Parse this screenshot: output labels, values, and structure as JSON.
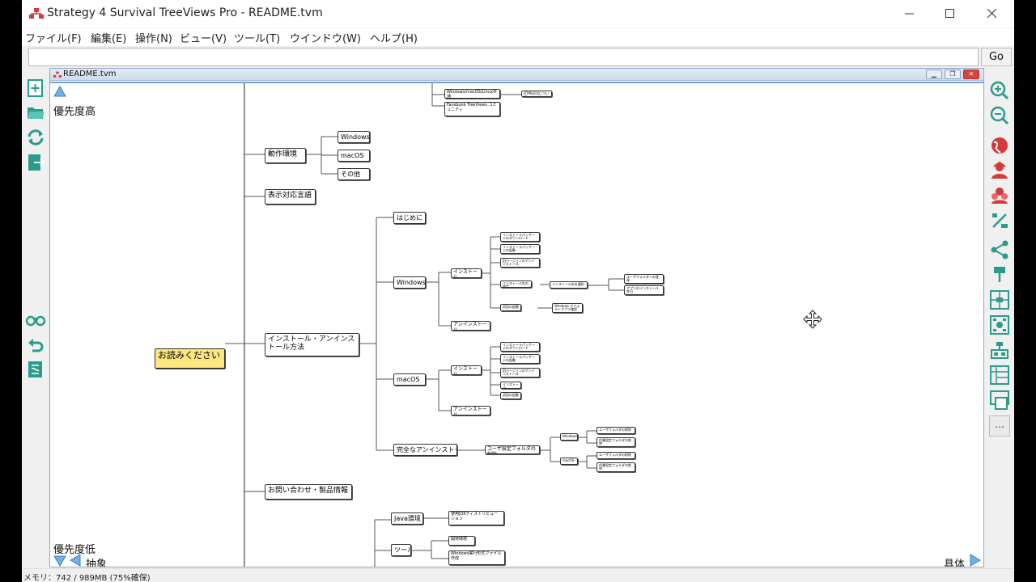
{
  "window": {
    "title": "Strategy 4 Survival TreeViews Pro - README.tvm"
  },
  "menu": [
    "ファイル(F)",
    "編集(E)",
    "操作(N)",
    "ビュー(V)",
    "ツール(T)",
    "ウインドウ(W)",
    "ヘルプ(H)"
  ],
  "address": {
    "value": "",
    "go_label": "Go"
  },
  "document": {
    "title": "README.tvm"
  },
  "axis": {
    "priority_high": "優先度高",
    "priority_low": "優先度低",
    "abstract": "抽象",
    "concrete": "具体"
  },
  "nodes": {
    "root": "お読みください",
    "env": "動作環境",
    "env_windows": "Windows",
    "env_macos": "macOS",
    "env_other": "その他",
    "lang": "表示対応言語",
    "install": "インストール・アンインストール方法",
    "intro": "はじめに",
    "win": "Windows",
    "win_install": "インストール",
    "win_uninstall": "アンインストール",
    "mac": "macOS",
    "mac_install": "インストール",
    "mac_uninstall": "アンインストール",
    "full_uninstall": "完全なアンインストール",
    "user_settings_delete": "ユーザ設定フォルダの削除",
    "us_windows": "Windows",
    "us_macos": "macOS",
    "contact": "お問い合わせ・製品情報",
    "java": "Java環境",
    "java_jdk": "使用JDKディストリビューション",
    "tool": "ツール",
    "tool_dev": "開発環境",
    "tool_exe": "Windows実行形式ファイル作成",
    "top_common": "Windows/macOS/Linux共通",
    "top_fb": "Facebook TreeViews コミュニティ",
    "top_link": "HTML形式について",
    "tiny_dl": "インストーラパッケージのダウンロード",
    "tiny_run": "インストーラパッケージの起動",
    "tiny_old": "旧バージョンのアンインストール",
    "tiny_config": "インストール先の指定",
    "tiny_select": "インストール先を選択",
    "tiny_launch": "初回の起動",
    "tiny_warn": "Windows デフォルトアプリ確認",
    "tiny_admin": "アプリのインストール許可",
    "tiny_folder": "ユーザフォルダへの登録",
    "tiny_user": "ユーザフォルダの削除",
    "tiny_reg": "作業設定フォルダの削除",
    "tiny_mac1": "インストーラ",
    "tiny_mac2": "初回の起動"
  },
  "status": {
    "memory": "メモリ：742 / 989MB (75%確保)"
  },
  "icons": {
    "left_toolbar": [
      "new-document-icon",
      "open-folder-icon",
      "refresh-icon",
      "export-icon",
      "binoculars-icon",
      "undo-icon",
      "script-icon"
    ],
    "right_toolbar": [
      "zoom-in-icon",
      "zoom-out-icon",
      "globe-icon",
      "person-icon",
      "group-icon",
      "percent-icon",
      "share-icon",
      "org-chart-icon",
      "center-layout-icon",
      "radial-layout-icon",
      "tree-layout-icon",
      "grid-layout-icon",
      "compact-layout-icon",
      "more-icon"
    ]
  },
  "colors": {
    "root_fill": "#fde580",
    "accent": "#5aa0e0",
    "logo_red": "#d53a3a",
    "icon_green": "#2b9c8c"
  }
}
